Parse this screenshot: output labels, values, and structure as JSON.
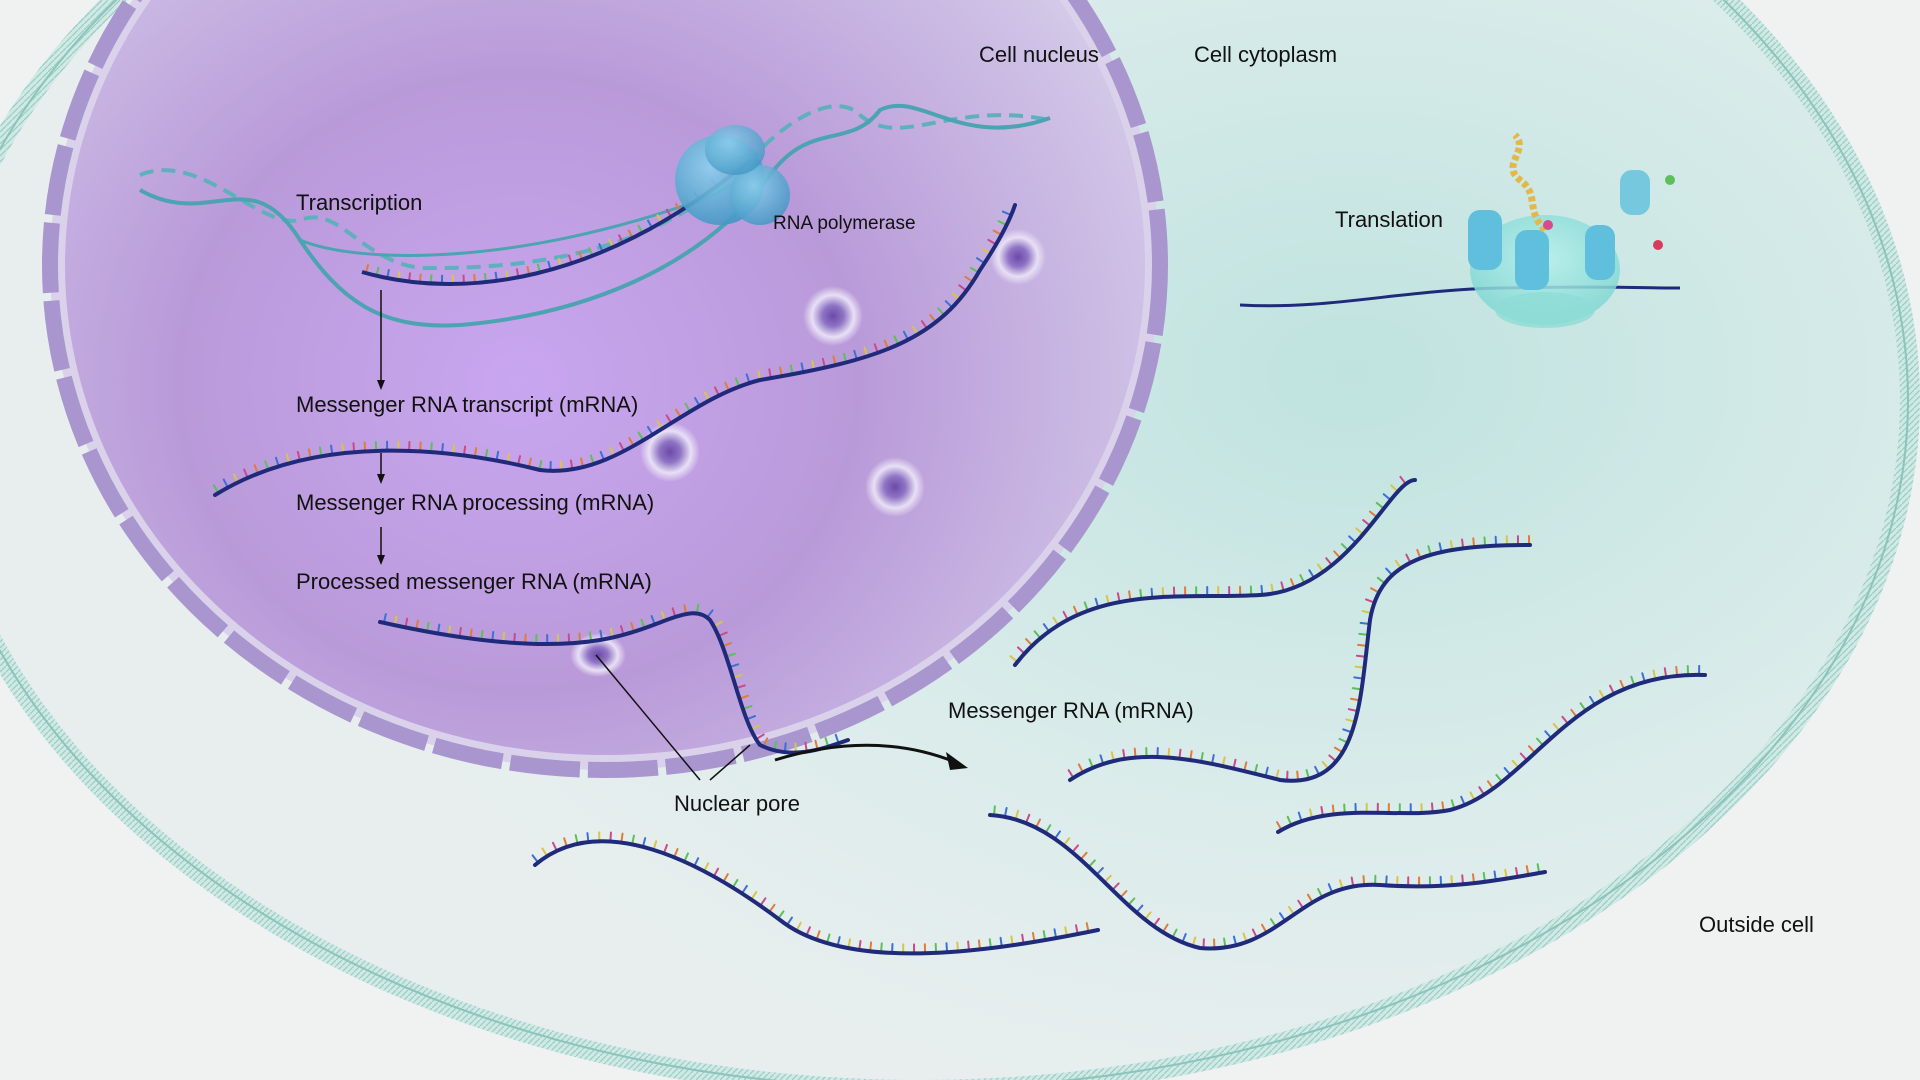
{
  "labels": {
    "cell_nucleus": "Cell nucleus",
    "cell_cytoplasm": "Cell cytoplasm",
    "transcription": "Transcription",
    "rna_polymerase": "RNA polymerase",
    "translation": "Translation",
    "mrna_transcript": "Messenger RNA transcript (mRNA)",
    "mrna_processing": "Messenger RNA processing (mRNA)",
    "processed_mrna": "Processed messenger RNA (mRNA)",
    "messenger_rna": "Messenger RNA (mRNA)",
    "nuclear_pore": "Nuclear pore",
    "outside_cell": "Outside cell"
  },
  "colors": {
    "background": "#f0f2f2",
    "cytoplasm": "#e6eeee",
    "cytoplasm_glow": "#bfe3df",
    "membrane": "#9fcfc9",
    "nucleus": "#b79ad8",
    "nucleus_envelope": "#a996cf",
    "rna_strand": "#1f2a7a",
    "dna_helix": "#5fb0bd",
    "polymerase": "#4fa8d0",
    "ribosome": "#9adfdc",
    "base_colors": [
      "#e07b3a",
      "#5cbf5a",
      "#3d6fd6",
      "#d8c44a",
      "#c94a8a"
    ]
  },
  "icons": [
    "dna-double-helix-icon",
    "rna-polymerase-icon",
    "ribosome-icon",
    "trna-icon",
    "nuclear-pore-icon"
  ]
}
